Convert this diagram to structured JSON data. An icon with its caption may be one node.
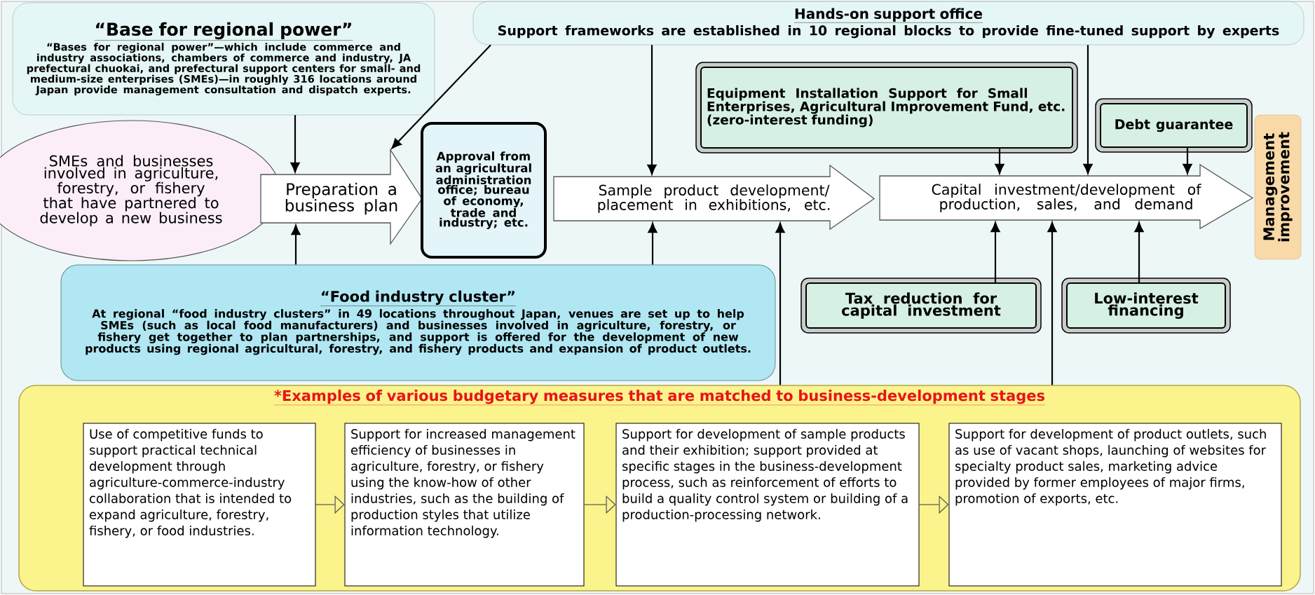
{
  "diagram": {
    "nodes": [
      {
        "text": [
          "“Base for regional power”",
          "“Bases for regional power”—which include commerce and industry associations, chambers of commerce and industry, JA prefectural chuokai, and prefectural support centers for small- and medium-size enterprises (SMEs)—in roughly 316 locations around Japan provide management consultation and dispatch experts."
        ]
      },
      {
        "text": [
          "Hands-on support office",
          "Support frameworks are established in 10 regional blocks to provide fine-tuned support by experts"
        ]
      },
      {
        "text": [
          "SMEs and businesses involved in agriculture, forestry, or fishery that have partnered to develop a new business"
        ]
      },
      {
        "text": [
          "Preparation a business plan"
        ]
      },
      {
        "text": [
          "Approval from an agricultural administration office; bureau of economy, trade and industry; etc."
        ]
      },
      {
        "text": [
          "Sample product development/ placement in exhibitions, etc."
        ]
      },
      {
        "text": [
          "Capital investment/development of production, sales, and demand"
        ]
      },
      {
        "text": [
          "Equipment Installation Support for Small Enterprises, Agricultural Improvement Fund, etc. (zero-interest funding)"
        ]
      },
      {
        "text": [
          "Debt guarantee"
        ]
      },
      {
        "text": [
          "Management improvement"
        ]
      },
      {
        "text": [
          "“Food industry cluster”",
          "At regional “food industry clusters” in 49 locations throughout Japan, venues are set up to help SMEs (such as local food manufacturers) and businesses involved in agriculture, forestry, or fishery get together to plan partnerships, and support is offered for the development of new products using regional agricultural, forestry, and fishery products and expansion of product outlets."
        ]
      },
      {
        "text": [
          "Tax reduction for capital investment"
        ]
      },
      {
        "text": [
          "Low-interest financing"
        ]
      },
      {
        "text": [
          "*Examples of various budgetary measures that are matched to business-development stages"
        ]
      },
      {
        "text": [
          "Use of competitive funds to support practical technical development through agriculture-commerce-industry collaboration that is intended to expand agriculture, forestry, fishery, or food industries."
        ],
        "in": 13
      },
      {
        "text": [
          "Support for increased management efficiency of businesses in agriculture, forestry, or fishery using the know-how of other industries, such as the building of production styles that utilize information technology."
        ],
        "in": 13
      },
      {
        "text": [
          "Support for development of sample products and their exhibition; support provided at specific stages in the business-development process, such as reinforcement of efforts to build a quality control system or building of a production-processing network."
        ],
        "in": 13
      },
      {
        "text": [
          "Support for development of product outlets, such as use of vacant shops, launching of websites for specialty product sales, marketing advice provided by former employees of major firms, promotion of exports, etc."
        ],
        "in": 13
      }
    ],
    "edges": [
      {
        "from": 0,
        "to": 3,
        "arrow": "to"
      },
      {
        "from": 1,
        "to": 3,
        "arrow": "to"
      },
      {
        "from": 1,
        "to": 5,
        "arrow": "to"
      },
      {
        "from": 1,
        "to": 6,
        "arrow": "to"
      },
      {
        "from": 7,
        "to": 6,
        "arrow": "to"
      },
      {
        "from": 8,
        "to": 6,
        "arrow": "to"
      },
      {
        "from": 10,
        "to": 3,
        "arrow": "to"
      },
      {
        "from": 10,
        "to": 5,
        "arrow": "to"
      },
      {
        "from": 13,
        "to": 5,
        "arrow": "to"
      },
      {
        "from": 11,
        "to": 6,
        "arrow": "to"
      },
      {
        "from": 13,
        "to": 6,
        "arrow": "to"
      },
      {
        "from": 12,
        "to": 6,
        "arrow": "to"
      },
      {
        "from": 14,
        "to": 15,
        "arrow": "to"
      },
      {
        "from": 15,
        "to": 16,
        "arrow": "to"
      },
      {
        "from": 16,
        "to": 17,
        "arrow": "to"
      }
    ]
  }
}
